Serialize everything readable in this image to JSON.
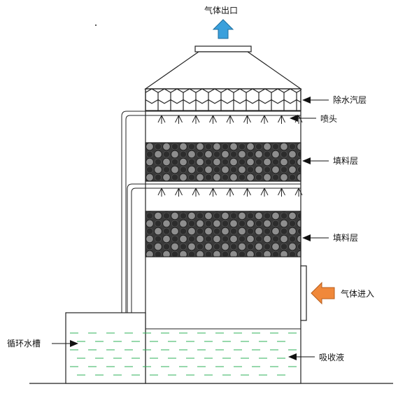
{
  "labels": {
    "gas_outlet": "气体出口",
    "demister": "除水汽层",
    "spray_nozzle": "喷头",
    "packing_upper": "填料层",
    "packing_lower": "填料层",
    "gas_inlet": "气体进入",
    "circulation_tank": "循环水槽",
    "absorbent": "吸收液"
  },
  "colors": {
    "outline": "#222222",
    "outlet_arrow": "#3aa0dc",
    "inlet_arrow": "#f0883a",
    "liquid": "#2fb25a",
    "packing_bg": "#3a3a3a",
    "packing_ball": "#8e8e8e"
  }
}
